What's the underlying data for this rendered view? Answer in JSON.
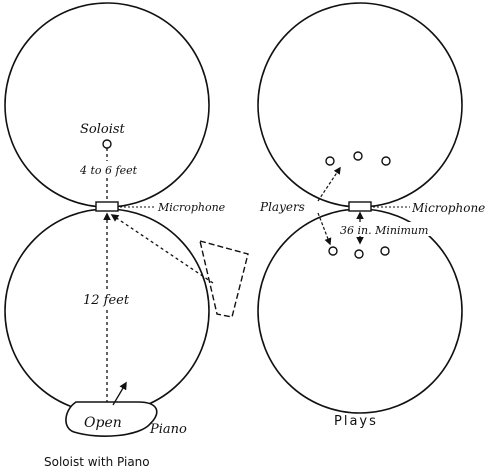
{
  "left_figure": {
    "soloist_label": "Soloist",
    "distance_near_label": "4 to 6 feet",
    "microphone_label": "Microphone",
    "distance_far_label": "12 feet",
    "piano_lid_label": "Open",
    "piano_label": "Piano",
    "caption": "Soloist with Piano"
  },
  "right_figure": {
    "players_label": "Players",
    "microphone_label": "Microphone",
    "spacing_label": "36 in. Minimum",
    "caption": "Plays"
  },
  "colors": {
    "ink": "#111111",
    "background": "#ffffff"
  }
}
